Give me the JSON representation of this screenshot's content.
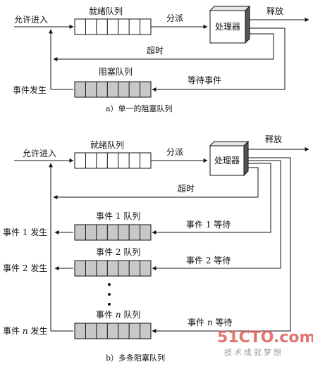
{
  "diagram_a": {
    "admit": "允许进入",
    "ready_queue": "就绪队列",
    "dispatch": "分派",
    "processor": "处理器",
    "release": "释放",
    "timeout": "超时",
    "blocked_queue": "阻塞队列",
    "wait_event": "等待事件",
    "event_occurs": "事件发生",
    "caption": "a）单一的阻塞队列"
  },
  "diagram_b": {
    "admit": "允许进入",
    "ready_queue": "就绪队列",
    "dispatch": "分派",
    "processor": "处理器",
    "release": "释放",
    "timeout": "超时",
    "event_queues": [
      {
        "queue_prefix": "事件 ",
        "n": "1",
        "queue_suffix": " 队列",
        "wait_prefix": "事件 ",
        "wait_suffix": " 等待",
        "occurs_prefix": "事件 ",
        "occurs_suffix": " 发生",
        "italic": false
      },
      {
        "queue_prefix": "事件 ",
        "n": "2",
        "queue_suffix": " 队列",
        "wait_prefix": "事件 ",
        "wait_suffix": " 等待",
        "occurs_prefix": "事件 ",
        "occurs_suffix": " 发生",
        "italic": false
      },
      {
        "queue_prefix": "事件 ",
        "n": "n",
        "queue_suffix": " 队列",
        "wait_prefix": "事件 ",
        "wait_suffix": " 等待",
        "occurs_prefix": "事件 ",
        "occurs_suffix": " 发生",
        "italic": true
      }
    ],
    "caption": "b）多条阻塞队列"
  },
  "watermark": {
    "main": "51CTO.com",
    "sub": "技术成就梦想"
  },
  "colors": {
    "line": "#111111",
    "queue_white": "#ffffff",
    "queue_gray": "#c8c8c8",
    "processor_face": "#ffffff",
    "processor_side": "#555555",
    "watermark_main": "#d9534f"
  }
}
